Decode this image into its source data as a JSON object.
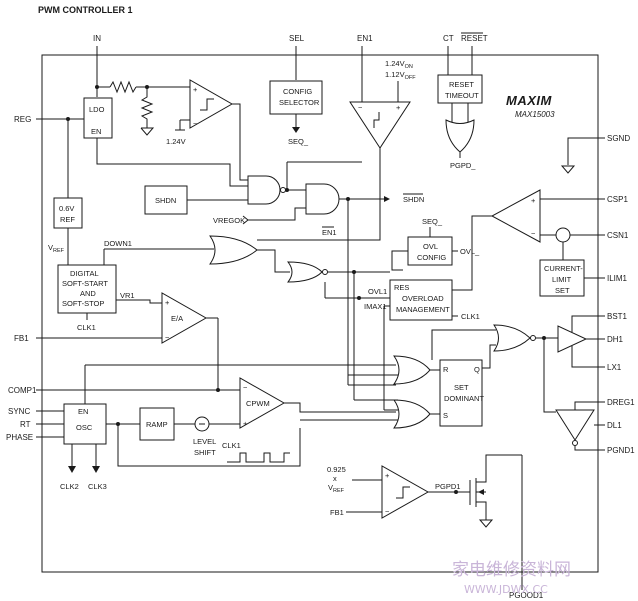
{
  "title": "PWM CONTROLLER 1",
  "logo": "MAXIM",
  "part_number": "MAX15003",
  "pins_left": {
    "reg": "REG",
    "fb1": "FB1",
    "comp1": "COMP1",
    "sync": "SYNC",
    "rt": "RT",
    "phase": "PHASE"
  },
  "pins_right": {
    "sgnd": "SGND",
    "csp1": "CSP1",
    "csn1": "CSN1",
    "ilim1": "ILIM1",
    "bst1": "BST1",
    "dh1": "DH1",
    "lx1": "LX1",
    "dreg1": "DREG1",
    "dl1": "DL1",
    "pgnd1": "PGND1"
  },
  "pins_top": {
    "in": "IN",
    "sel": "SEL",
    "en1": "EN1",
    "ct": "CT",
    "reset": "RESET"
  },
  "pins_bottom": {
    "pgood1": "PGOOD1"
  },
  "blocks": {
    "ldo": "LDO",
    "ldo_en": "EN",
    "config_selector": [
      "CONFIG",
      "SELECTOR"
    ],
    "reset_timeout": [
      "RESET",
      "TIMEOUT"
    ],
    "ref": [
      "0.6V",
      "REF"
    ],
    "shdn": "SHDN",
    "ovl_config": [
      "OVL",
      "CONFIG"
    ],
    "overload": [
      "RES",
      "OVERLOAD",
      "MANAGEMENT"
    ],
    "current_limit": [
      "CURRENT-",
      "LIMIT",
      "SET"
    ],
    "soft_start": [
      "DIGITAL",
      "SOFT-START",
      "AND",
      "SOFT-STOP"
    ],
    "ea": "E/A",
    "cpwm": "CPWM",
    "ramp": "RAMP",
    "osc_en": "EN",
    "osc": "OSC",
    "level_shift": [
      "LEVEL",
      "SHIFT"
    ],
    "set_dominant": [
      "SET",
      "DOMINANT"
    ],
    "sr_r": "R",
    "sr_q": "Q",
    "sr_s": "S"
  },
  "signals": {
    "v124": "1.24V",
    "vref_label": "V",
    "vref_sub": "REF",
    "seq1": "SEQ_",
    "seq2": "SEQ_",
    "pgpd_reset": "PGPD_",
    "v_on": "1.24V",
    "v_on_sub": "ON",
    "v_off": "1.12V",
    "v_off_sub": "OFF",
    "vregok": "VREGOK",
    "shdn_out": "SHDN",
    "en1_bar": "EN1",
    "down1": "DOWN1",
    "ovl_out": "OVL_",
    "ovl1": "OVL1",
    "imax1": "IMAX1",
    "vr1": "VR1",
    "clk1_ss": "CLK1",
    "clk1_ovl": "CLK1",
    "clk1_ls": "CLK1",
    "clk2": "CLK2",
    "clk3": "CLK3",
    "pg_v1": "0.925",
    "pg_v2": "x",
    "pg_vref": "V",
    "pg_vref_sub": "REF",
    "fb1_pg": "FB1",
    "pgpd1": "PGPD1",
    "plus": "+",
    "minus": "−"
  },
  "watermark": {
    "cn": "家电维修资料网",
    "url": "WWW.JDWX.CC"
  }
}
